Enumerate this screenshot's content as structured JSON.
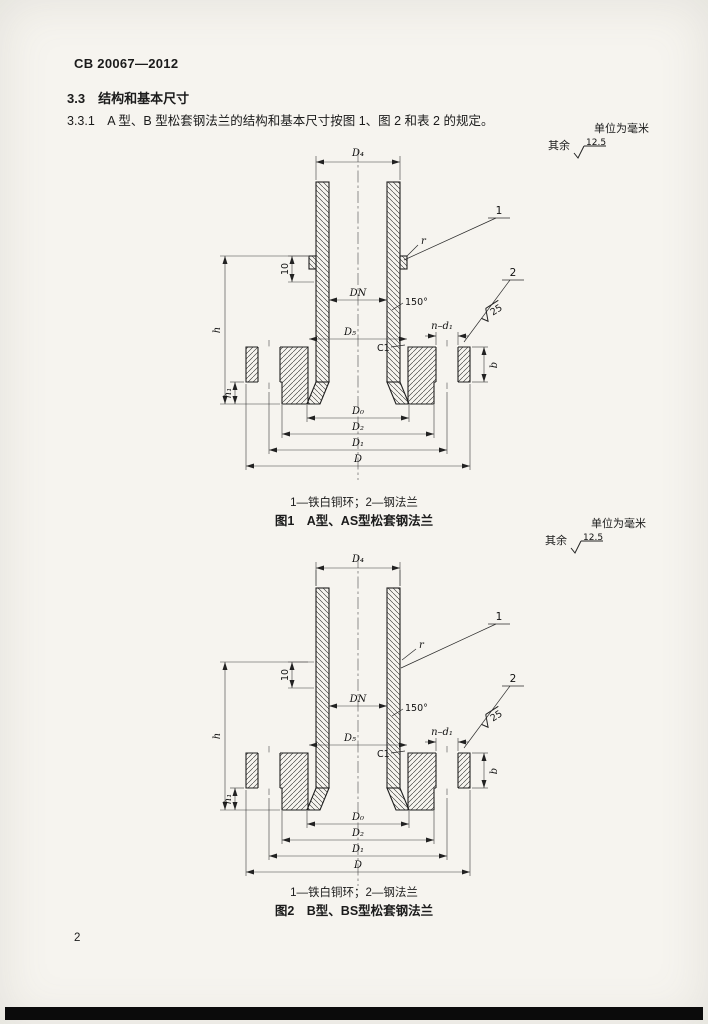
{
  "page": {
    "doc_number": "CB 20067—2012",
    "section_heading": "3.3　结构和基本尺寸",
    "clause_text": "3.3.1　A 型、B 型松套钢法兰的结构和基本尺寸按图 1、图 2 和表 2 的规定。",
    "page_number": "2"
  },
  "units_note": {
    "unit_text": "单位为毫米",
    "rest_text": "其余",
    "roughness_value": "12.5"
  },
  "figure1": {
    "caption_parts": "1—铁白铜环；2—钢法兰",
    "caption_title": "图1　A型、AS型松套钢法兰",
    "labels": {
      "top_dia": "D₄",
      "ten": "10",
      "h": "h",
      "h1": "h₁",
      "b": "b",
      "holes": "n–d₁",
      "face_roughness": "25",
      "r": "r",
      "angle": "150°",
      "dn": "DN",
      "d5": "D₅",
      "c1": "C1",
      "callout1": "1",
      "callout2": "2",
      "dim1": "D₀",
      "dim2": "D₂",
      "dim3": "D₁",
      "dim4": "D"
    }
  },
  "figure2": {
    "caption_parts": "1—铁白铜环；2—钢法兰",
    "caption_title": "图2　B型、BS型松套钢法兰",
    "labels": {
      "top_dia": "D₄",
      "ten": "10",
      "h": "h",
      "h1": "h₁",
      "b": "b",
      "holes": "n–d₁",
      "face_roughness": "25",
      "r": "r",
      "angle": "150°",
      "dn": "DN",
      "d5": "D₅",
      "c1": "C1",
      "callout1": "1",
      "callout2": "2",
      "dim1": "D₀",
      "dim2": "D₂",
      "dim3": "D₁",
      "dim4": "D"
    }
  }
}
